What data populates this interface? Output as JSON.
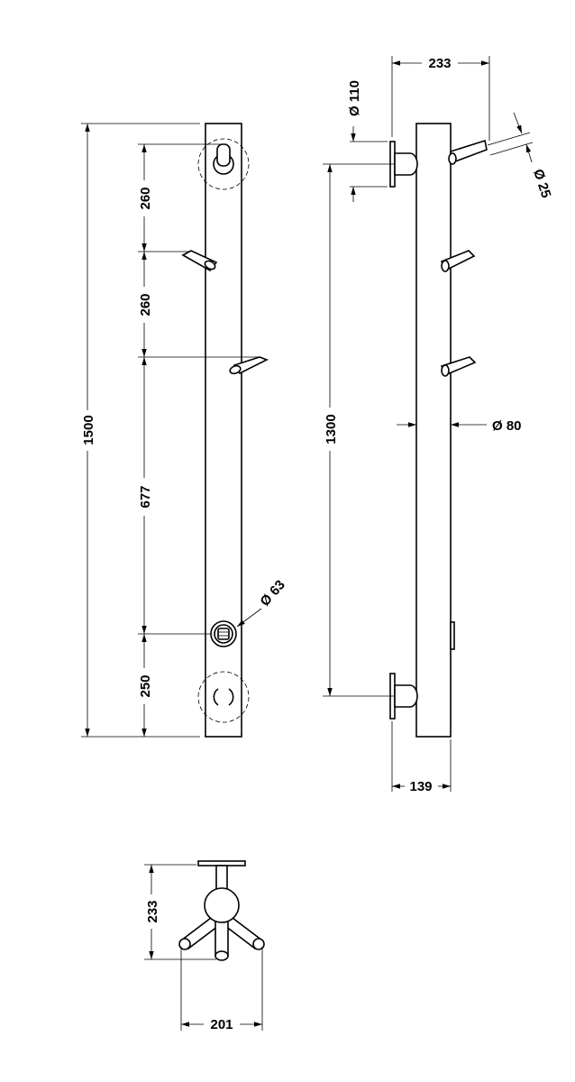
{
  "front_view": {
    "height_total": "1500",
    "spacing_top": "260",
    "spacing_second": "260",
    "spacing_middle": "677",
    "spacing_bottom": "250",
    "connector_diameter": "Ø 63"
  },
  "side_view": {
    "projection_top": "233",
    "flange_diameter": "Ø 110",
    "hook_diameter": "Ø 25",
    "mount_distance": "1300",
    "tube_diameter": "Ø 80",
    "depth_bottom": "139"
  },
  "top_view": {
    "depth": "233",
    "width": "201"
  }
}
